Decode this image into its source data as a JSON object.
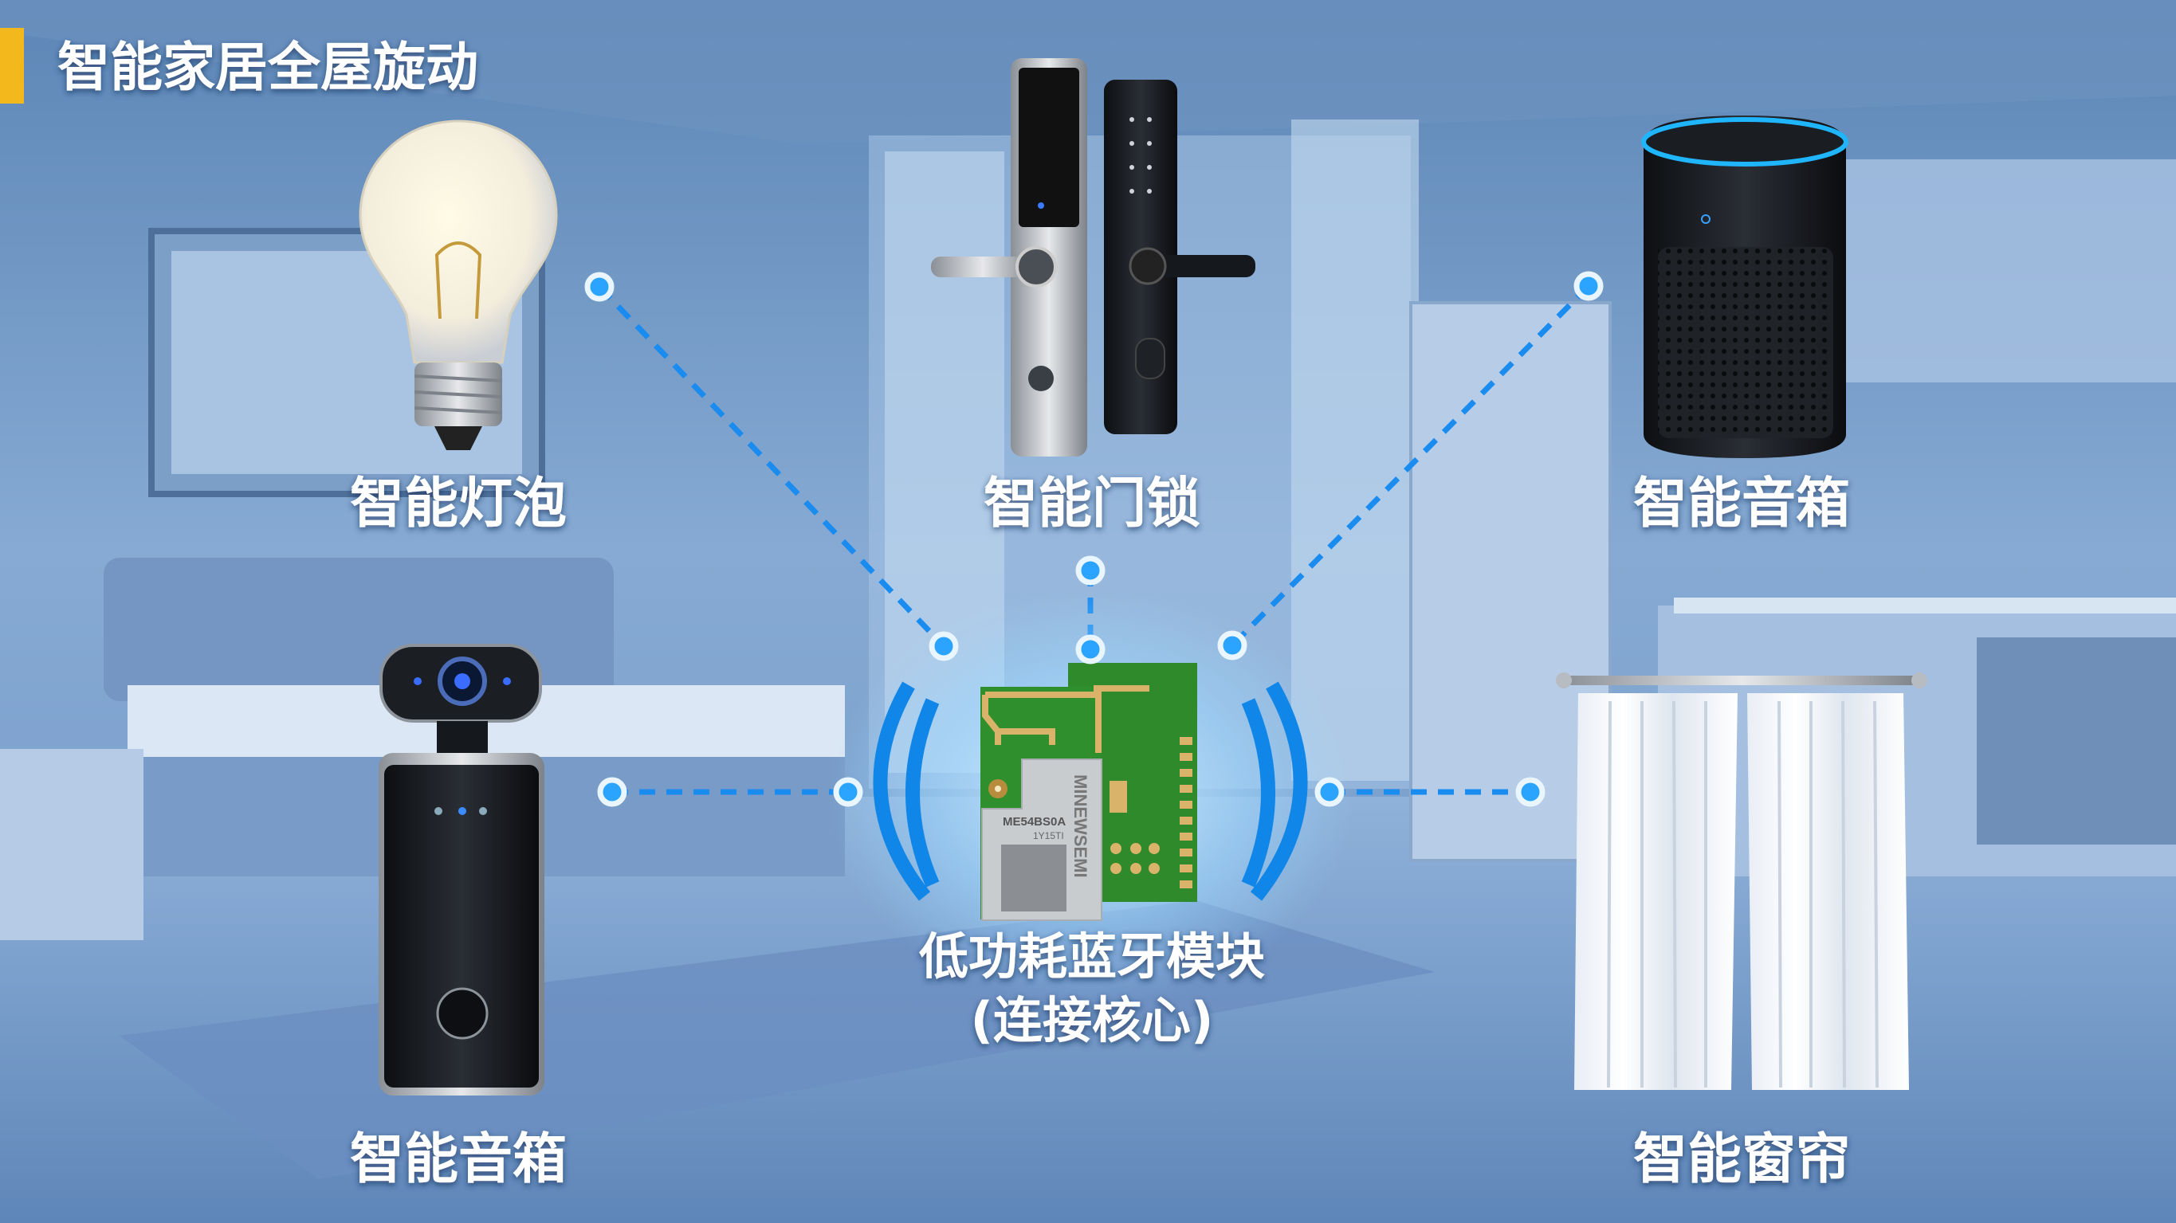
{
  "title": "智能家居全屋旋动",
  "devices": [
    {
      "id": "bulb",
      "label": "智能灯泡"
    },
    {
      "id": "door-lock",
      "label": "智能门锁"
    },
    {
      "id": "smart-speaker",
      "label": "智能音箱"
    },
    {
      "id": "camera",
      "label": "智能音箱"
    },
    {
      "id": "curtain",
      "label": "智能窗帘"
    }
  ],
  "module": {
    "label_line1": "低功耗蓝牙模块",
    "label_line2": "(连接核心)",
    "chip_model": "ME54BS0A",
    "chip_code": "1Y15TI",
    "chip_brand": "MINEWSEMI"
  },
  "colors": {
    "accent_bar": "#f2b81c",
    "link_blue": "#1a8cf0",
    "pcb_green": "#2e8a2a"
  }
}
